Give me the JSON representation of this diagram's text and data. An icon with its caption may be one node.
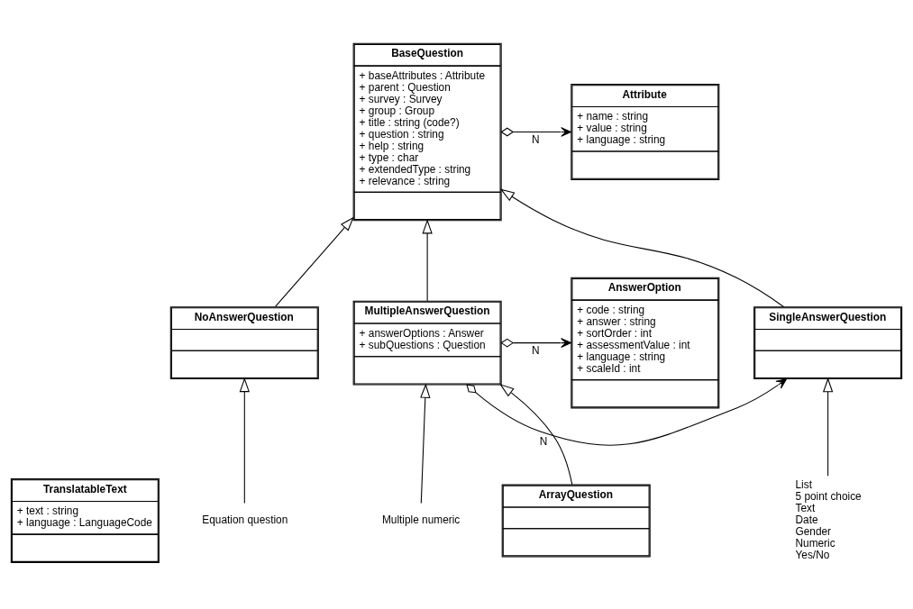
{
  "diagram": {
    "nodes": [
      {
        "text": [
          "TranslatableText",
          "+ text : string",
          "+ language : LanguageCode"
        ]
      },
      {
        "text": [
          "BaseQuestion",
          "+ baseAttributes : Attribute",
          "+ parent : Question",
          "+ survey : Survey",
          "+ group : Group",
          "+ title : string (code?)",
          "+ question : string",
          "+ help : string",
          "+ type : char",
          "+ extendedType : string",
          "+ relevance : string"
        ]
      },
      {
        "text": [
          "Attribute",
          "+ name : string",
          "+ value : string",
          "+ language : string"
        ]
      },
      {
        "text": [
          "NoAnswerQuestion"
        ]
      },
      {
        "text": [
          "SingleAnswerQuestion"
        ]
      },
      {
        "text": [
          "MultipleAnswerQuestion",
          "+ answerOptions : Answer",
          "+ subQuestions : Question"
        ]
      },
      {
        "text": [
          "AnswerOption",
          "+ code : string",
          "+ answer : string",
          "+ sortOrder : int",
          "+ assessmentValue : int",
          "+ language : string",
          "+ scaleId : int"
        ]
      },
      {
        "text": [
          "Equation question"
        ]
      },
      {
        "text": [
          "List",
          "5 point choice",
          "Text",
          "Date",
          "Gender",
          "Numeric",
          "Yes/No"
        ]
      },
      {
        "text": [
          "ArrayQuestion"
        ]
      },
      {
        "text": [
          "Multiple numeric"
        ]
      }
    ],
    "edges": [
      {
        "from": 1,
        "to": 2,
        "arrow": "to",
        "label": "N"
      },
      {
        "from": 3,
        "to": 1,
        "arrow": "to"
      },
      {
        "from": 4,
        "to": 1,
        "arrow": "to"
      },
      {
        "from": 5,
        "to": 1,
        "arrow": "to"
      },
      {
        "from": 5,
        "to": 4,
        "arrow": "to",
        "label": "N"
      },
      {
        "from": 5,
        "to": 6,
        "arrow": "to",
        "label": "N"
      },
      {
        "from": 7,
        "to": 3,
        "arrow": "to"
      },
      {
        "from": 8,
        "to": 4,
        "arrow": "to"
      },
      {
        "from": 9,
        "to": 5,
        "arrow": "to"
      },
      {
        "from": 10,
        "to": 5,
        "arrow": "to"
      }
    ]
  }
}
